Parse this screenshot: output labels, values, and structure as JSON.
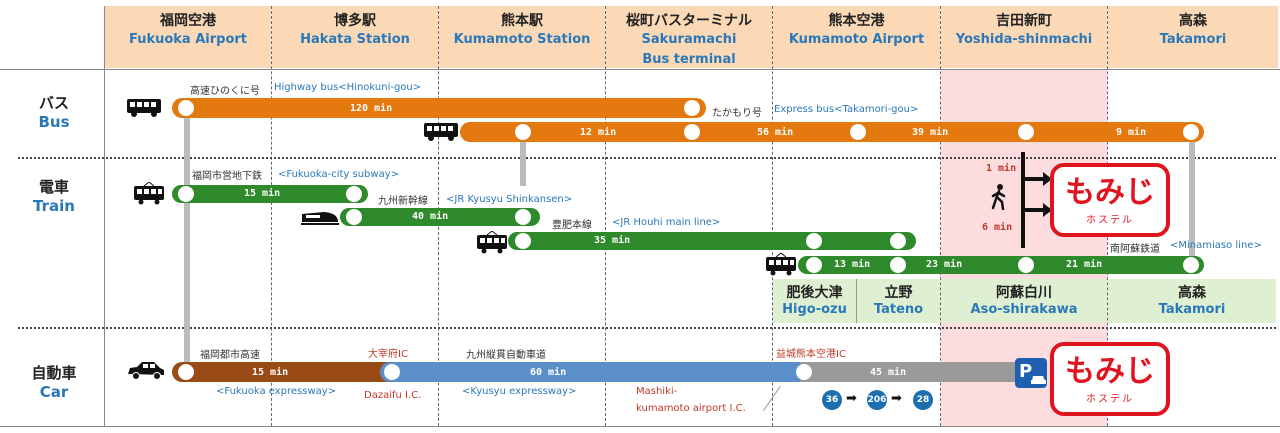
{
  "header": [
    {
      "jp": "福岡空港",
      "en": "Fukuoka Airport"
    },
    {
      "jp": "博多駅",
      "en": "Hakata Station"
    },
    {
      "jp": "熊本駅",
      "en": "Kumamoto Station"
    },
    {
      "jp": "桜町バスターミナル",
      "en": "Sakuramachi",
      "en2": "Bus terminal"
    },
    {
      "jp": "熊本空港",
      "en": "Kumamoto Airport"
    },
    {
      "jp": "吉田新町",
      "en": "Yoshida-shinmachi"
    },
    {
      "jp": "高森",
      "en": "Takamori"
    }
  ],
  "categories": {
    "bus": {
      "jp": "バス",
      "en": "Bus"
    },
    "train": {
      "jp": "電車",
      "en": "Train"
    },
    "car": {
      "jp": "自動車",
      "en": "Car"
    }
  },
  "bus": {
    "hinokuni_jp": "高速ひのくに号",
    "hinokuni_en": "Highway bus<Hinokuni-gou>",
    "hinokuni_time": "120 min",
    "takamori_jp": "たかもり号",
    "takamori_en": "Express bus<Takamori-gou>",
    "seg1": "12 min",
    "seg2": "56 min",
    "seg3": "39 min",
    "seg4": "9 min"
  },
  "train": {
    "subway_jp": "福岡市営地下鉄",
    "subway_en": "<Fukuoka-city subway>",
    "subway_time": "15 min",
    "shinkansen_jp": "九州新幹線",
    "shinkansen_en": "<JR Kyusyu Shinkansen>",
    "shinkansen_time": "40 min",
    "houhi_jp": "豊肥本線",
    "houhi_en": "<JR Houhi main line>",
    "houhi_time": "35 min",
    "minamiaso_jp": "南阿蘇鉄道",
    "minamiaso_en": "<Minamiaso line>",
    "ma_seg1": "13 min",
    "ma_seg2": "23 min",
    "ma_seg3": "21 min"
  },
  "walk": {
    "top": "1 min",
    "bottom": "6 min"
  },
  "logo": {
    "main": "もみじ",
    "sub": "ホステル"
  },
  "stations": [
    {
      "jp": "肥後大津",
      "en": "Higo-ozu"
    },
    {
      "jp": "立野",
      "en": "Tateno"
    },
    {
      "jp": "阿蘇白川",
      "en": "Aso-shirakawa"
    },
    {
      "jp": "高森",
      "en": "Takamori"
    }
  ],
  "car": {
    "fk_jp": "福岡都市高速",
    "fk_en": "<Fukuoka expressway>",
    "fk_time": "15 min",
    "dazaifu_jp": "大宰府IC",
    "dazaifu_en": "Dazaifu I.C.",
    "kyusyu_jp": "九州縦貫自動車道",
    "kyusyu_en": "<Kyusyu expressway>",
    "kyusyu_time": "60 min",
    "mashiki_jp": "益城熊本空港IC",
    "mashiki_en1": "Mashiki-",
    "mashiki_en2": "kumamoto airport I.C.",
    "local_time": "45 min",
    "routes": [
      "36",
      "206",
      "28"
    ],
    "arrow": "➡"
  },
  "colors": {
    "orange": "#e3790f",
    "green": "#2e8a2a",
    "brown": "#9a4a14",
    "blue": "#5b8fc9",
    "gray": "#9a9a9a",
    "header": "#fbd9b6",
    "pink": "#fcdcdc",
    "red": "#e0141e"
  }
}
